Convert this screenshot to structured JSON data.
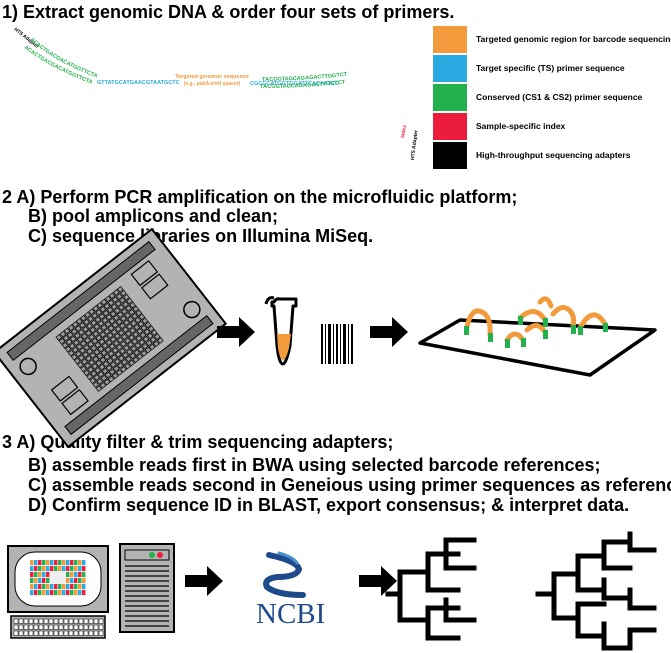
{
  "steps": {
    "s1": "1) Extract genomic DNA & order four sets of primers.",
    "s2a": "2 A) Perform PCR amplification on the microfluidic platform;",
    "s2b": "B) pool amplicons and clean;",
    "s2c": "C) sequence libraries on Illumina MiSeq.",
    "s3a": "3 A) Quality filter & trim sequencing adapters;",
    "s3b": "B) assemble reads first in BWA using selected barcode references;",
    "s3c": "C) assemble reads second in Geneious using primer sequences as reference;",
    "s3d": "D) Confirm sequence ID in BLAST, export consensus; & interpret data."
  },
  "legend": [
    {
      "label": "Targeted genomic region for barcode sequencing",
      "color": "#f39a3c"
    },
    {
      "label": "Target specific (TS) primer sequence",
      "color": "#29abe2"
    },
    {
      "label": "Conserved (CS1 & CS2) primer sequence",
      "color": "#22b14c"
    },
    {
      "label": "Sample-specific index",
      "color": "#ec1c3d"
    },
    {
      "label": "High-throughput sequencing adapters",
      "color": "#000000"
    }
  ],
  "sequence": {
    "hts_left": "HTS Adapter",
    "cs_left_1": "ACACTGACGACATGGTTCTACA",
    "cs_left_2": "ACACTGACGACATGGTTCTACA",
    "ts_left": "GTTATGCATGAACGTAATGCTC",
    "target_1": "Targeted genomic sequence",
    "target_2": "(e.g., psbA-trnH spacer)",
    "ts_right": "CGCGCATGGTGGATTCACAATCC",
    "cs_right_1": "TACGGTAGCAGAGACTTGGTCT",
    "cs_right_2": "TACGGTAGCAGAGACTTGGTCT",
    "index": "Index",
    "hts_right": "HTS Adapter"
  },
  "ncbi": "NCBI",
  "colors": {
    "orange": "#f39a3c",
    "green": "#22b14c",
    "chip": "#b3b3b3",
    "ncbi_blue": "#1e4a8c"
  }
}
